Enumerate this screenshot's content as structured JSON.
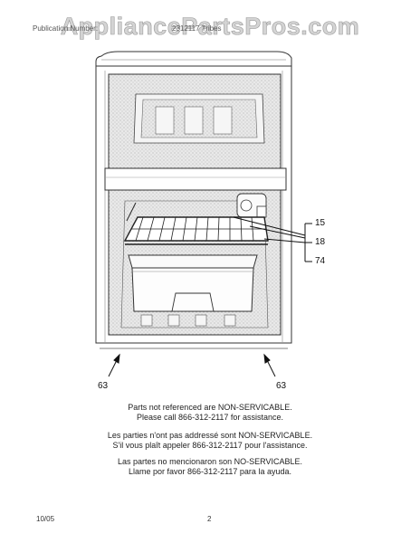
{
  "watermark": "AppliancePartsPros.com",
  "header": {
    "left": "Publication Number:",
    "right": "2312117 Tribes"
  },
  "callouts": [
    "15",
    "18",
    "74",
    "63",
    "63"
  ],
  "notes": {
    "english": [
      "Parts not referenced are NON-SERVICABLE.",
      "Please call 866-312-2117 for assistance."
    ],
    "french": [
      "Les parties n'ont pas addressé sont NON-SERVICABLE.",
      "S'il vous plaît appeler 866-312-2117 pour l'assistance."
    ],
    "spanish": [
      "Las partes no mencionaron son NO-SERVICABLE.",
      "Llame por favor 866-312-2117 para la ayuda."
    ]
  },
  "footer": {
    "date": "10/05",
    "page": "2"
  }
}
